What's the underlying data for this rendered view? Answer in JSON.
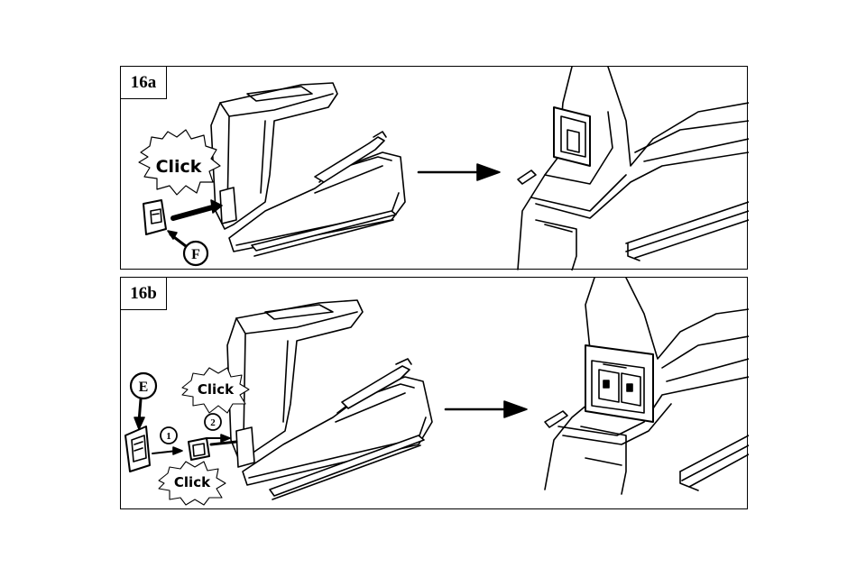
{
  "panels": {
    "a": {
      "label": "16a",
      "click": "Click",
      "callout": "F"
    },
    "b": {
      "label": "16b",
      "click_top": "Click",
      "click_bottom": "Click",
      "callout": "E",
      "step1": "1",
      "step2": "2"
    }
  }
}
